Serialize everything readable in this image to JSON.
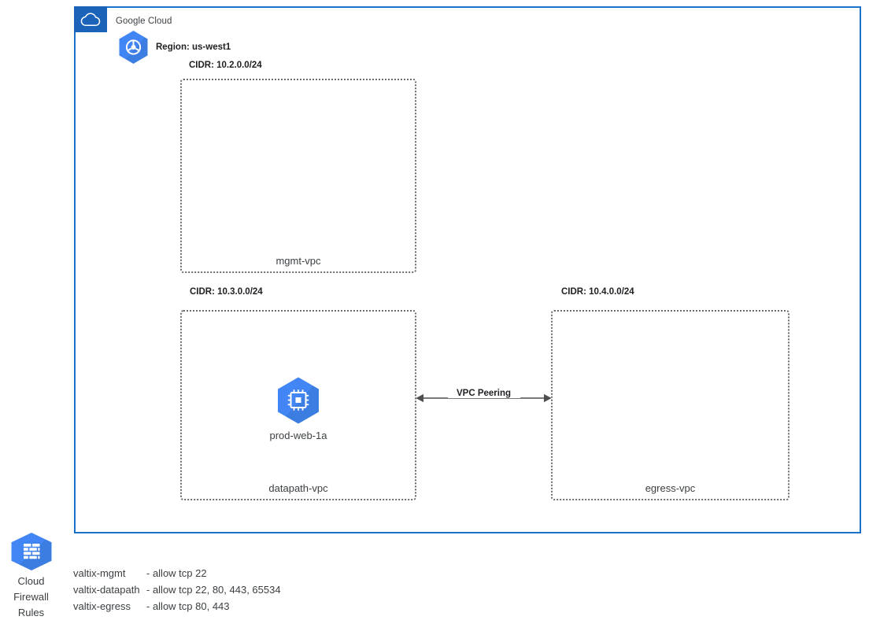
{
  "diagram": {
    "provider": {
      "name": "Google Cloud",
      "logo_icon": "cloud-icon",
      "accent_color": "#1a73c8",
      "logo_box_color": "#1a63b8"
    },
    "region": {
      "icon": "region-hexagon-icon",
      "label": "Region: us-west1"
    },
    "vpcs": [
      {
        "id": "mgmt",
        "cidr": "CIDR: 10.2.0.0/24",
        "name": "mgmt-vpc"
      },
      {
        "id": "datapath",
        "cidr": "CIDR: 10.3.0.0/24",
        "name": "datapath-vpc",
        "instance": {
          "icon": "compute-instance-icon",
          "label": "prod-web-1a"
        }
      },
      {
        "id": "egress",
        "cidr": "CIDR: 10.4.0.0/24",
        "name": "egress-vpc"
      }
    ],
    "connection": {
      "label": "VPC Peering",
      "icon": "double-arrow-icon"
    },
    "legend": {
      "icon": "firewall-icon",
      "label_line1": "Cloud",
      "label_line2": "Firewall",
      "label_line3": "Rules"
    },
    "firewall_rules": [
      {
        "name": "valtix-mgmt",
        "desc": "- allow tcp 22"
      },
      {
        "name": "valtix-datapath",
        "desc": "- allow tcp 22, 80, 443, 65534"
      },
      {
        "name": "valtix-egress",
        "desc": "- allow tcp 80, 443"
      }
    ]
  }
}
